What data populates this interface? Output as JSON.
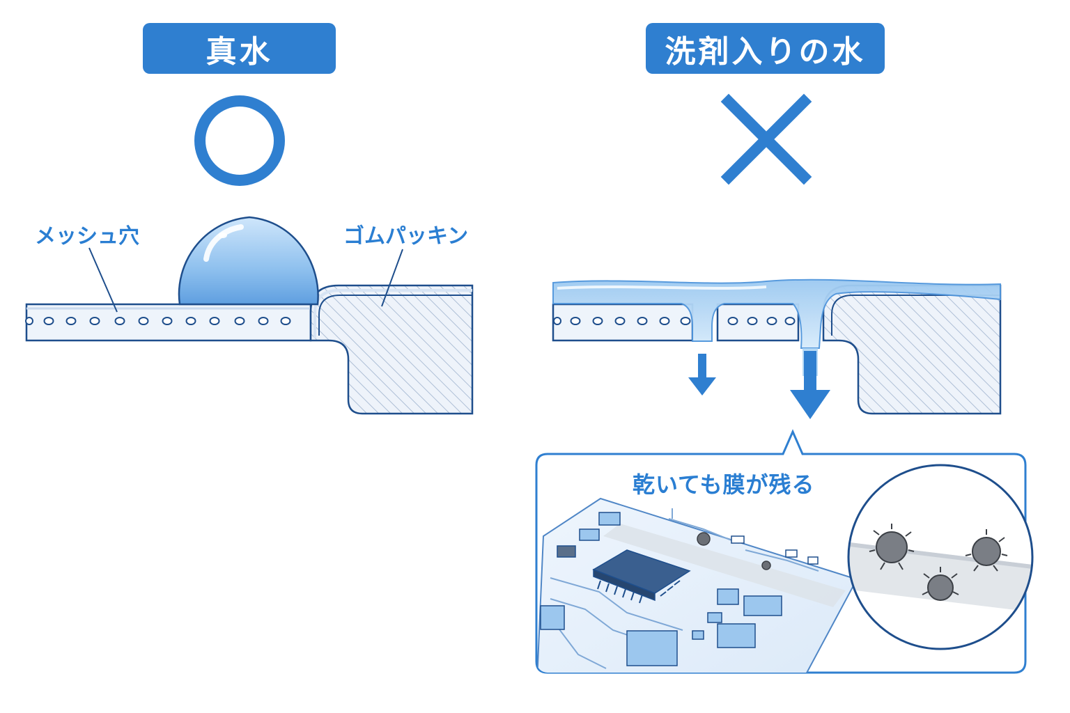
{
  "left": {
    "title": "真水",
    "verdict_icon": "circle-ok-icon",
    "mesh_label": "メッシュ穴",
    "gasket_label": "ゴムパッキン"
  },
  "right": {
    "title": "洗剤入りの水",
    "verdict_icon": "cross-ng-icon",
    "callout_text": "乾いても膜が残る"
  },
  "colors": {
    "accent": "#2f7fd0",
    "label_blue": "#2a7ed2",
    "outline": "#1e4e8c",
    "water": "#a9d2f3"
  }
}
